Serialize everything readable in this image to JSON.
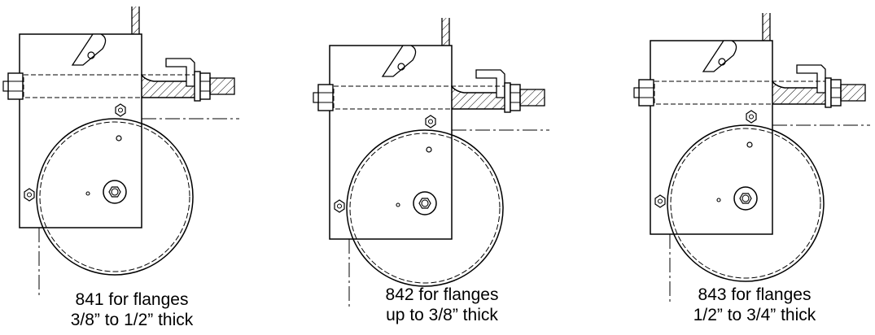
{
  "figure": {
    "line_color": "#000000",
    "background": "#ffffff",
    "trolleys": [
      {
        "model": "841",
        "caption": [
          "841 for flanges",
          "3/8”  to 1/2” thick"
        ]
      },
      {
        "model": "842",
        "caption": [
          "842 for flanges",
          "up to 3/8” thick"
        ]
      },
      {
        "model": "843",
        "caption": [
          "843 for flanges",
          "1/2” to 3/4” thick"
        ]
      }
    ]
  }
}
